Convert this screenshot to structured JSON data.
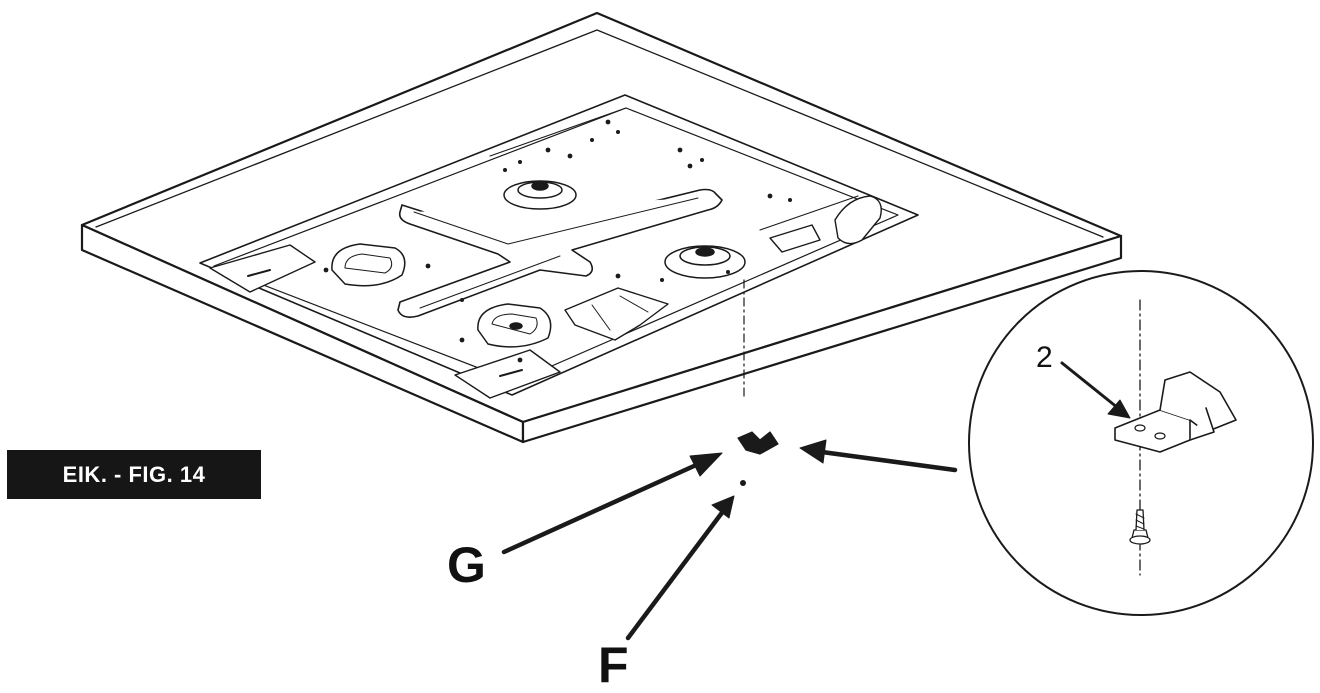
{
  "figure": {
    "label": "EIK. - FIG. 14"
  },
  "callouts": {
    "g": "G",
    "f": "F",
    "detail_number": "2"
  }
}
